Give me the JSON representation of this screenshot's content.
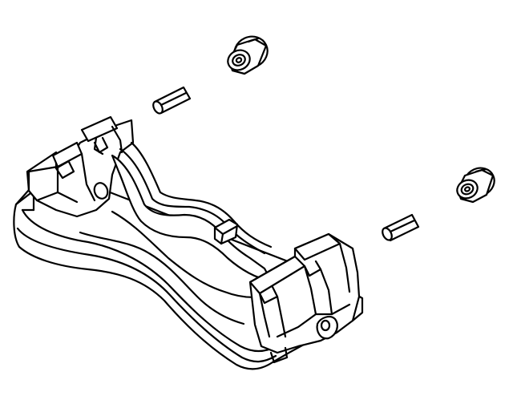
{
  "diagram": {
    "background": "#ffffff",
    "line_color": "#000000",
    "parts": [
      {
        "id": "bushing-top",
        "icon": "rubber-bushing-icon"
      },
      {
        "id": "pin-top",
        "icon": "guide-pin-icon"
      },
      {
        "id": "caliper-bracket",
        "icon": "caliper-bracket-icon"
      },
      {
        "id": "pin-bottom",
        "icon": "guide-pin-icon"
      },
      {
        "id": "bushing-bottom",
        "icon": "rubber-bushing-icon"
      }
    ]
  }
}
